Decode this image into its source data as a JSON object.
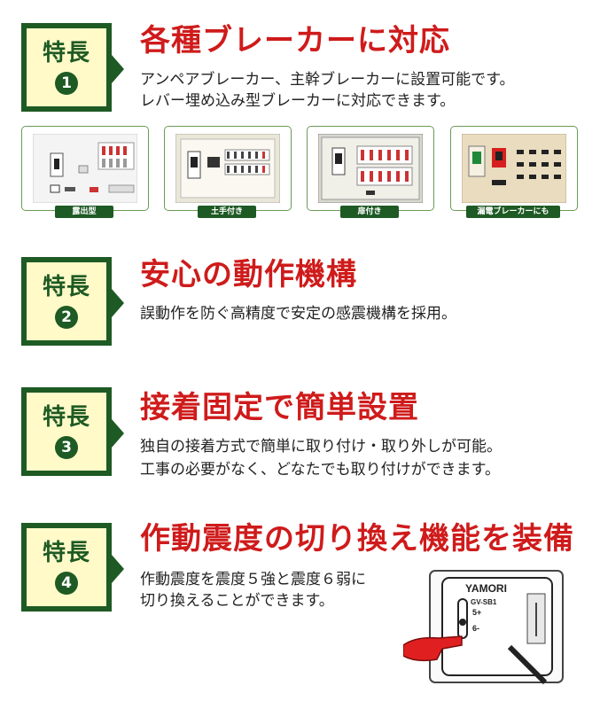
{
  "features": [
    {
      "badge": "特長",
      "num": "1",
      "title": "各種ブレーカーに対応",
      "desc": [
        "アンペアブレーカー、主幹ブレーカーに設置可能です。",
        "レバー埋め込み型ブレーカーに対応できます。"
      ]
    },
    {
      "badge": "特長",
      "num": "2",
      "title": "安心の動作機構",
      "desc": [
        "誤動作を防ぐ高精度で安定の感震機構を採用。"
      ]
    },
    {
      "badge": "特長",
      "num": "3",
      "title": "接着固定で簡単設置",
      "desc": [
        "独自の接着方式で簡単に取り付け・取り外しが可能。",
        "工事の必要がなく、どなたでも取り付けができます。"
      ]
    },
    {
      "badge": "特長",
      "num": "4",
      "title": "作動震度の切り換え機能を装備",
      "desc": [
        "作動震度を震度５強と震度６弱に",
        "切り換えることができます。"
      ]
    }
  ],
  "panels": [
    {
      "label": "露出型"
    },
    {
      "label": "土手付き"
    },
    {
      "label": "扉付き"
    },
    {
      "label": "漏電ブレーカーにも"
    }
  ],
  "device": {
    "brand": "YAMORI",
    "model": "GV-SB1",
    "setting_high": "5+",
    "setting_low": "6-"
  },
  "colors": {
    "badge_green": "#1e5a24",
    "badge_bg": "#fffac8",
    "title_red": "#cf1b1b"
  }
}
